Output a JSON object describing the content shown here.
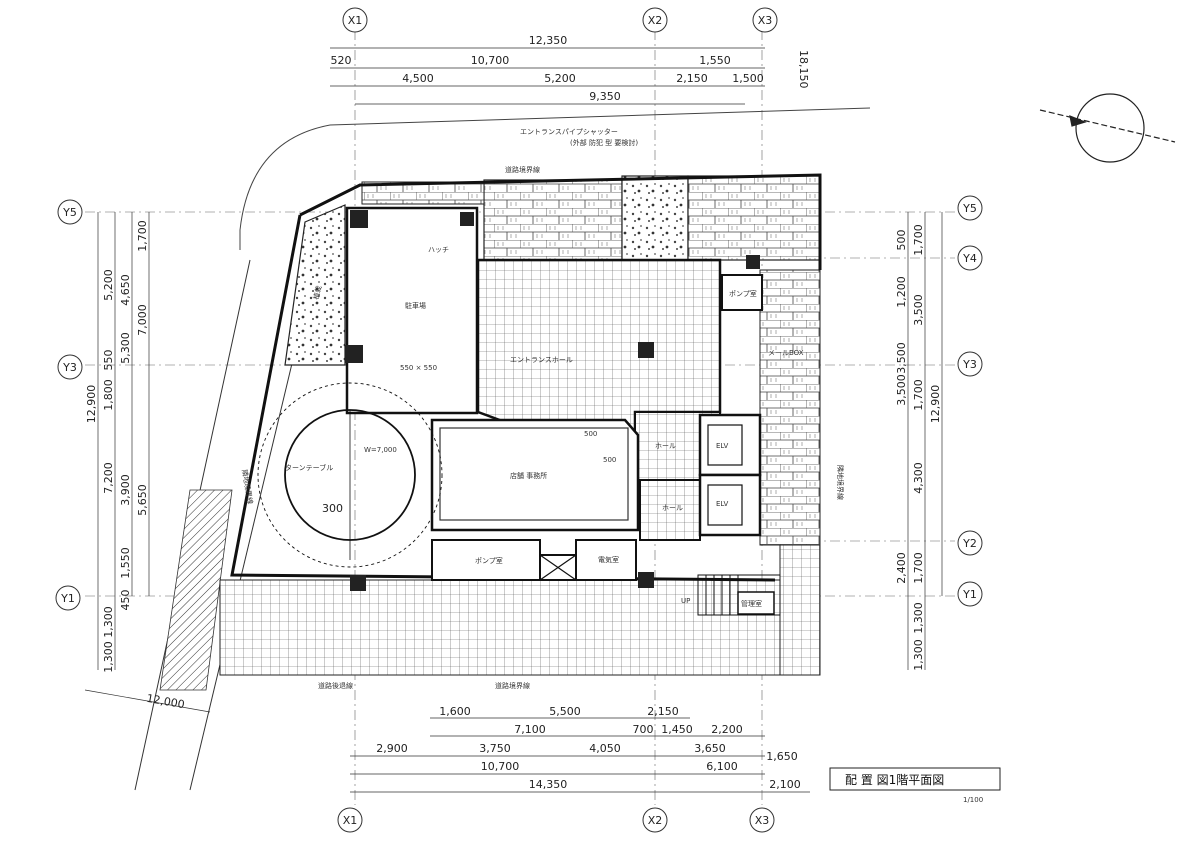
{
  "drawing": {
    "title": "配 置 図1階平面図",
    "scale": "1/100"
  },
  "grid_labels": {
    "x1_top": "X1",
    "x2_top": "X2",
    "x3_top": "X3",
    "x1_bot": "X1",
    "x2_bot": "X2",
    "x3_bot": "X3",
    "y5_left": "Y5",
    "y3_left": "Y3",
    "y1_left": "Y1",
    "y5_right": "Y5",
    "y4_right": "Y4",
    "y3_right": "Y3",
    "y2_right": "Y2",
    "y1_right": "Y1"
  },
  "top_dims": {
    "overall": "12,350",
    "side_right": "18,150",
    "d520": "520",
    "d10700": "10,700",
    "d1550": "1,550",
    "d4500": "4,500",
    "d5200": "5,200",
    "d2150": "2,150",
    "d1500": "1,500",
    "d9350": "9,350"
  },
  "left_dims": {
    "d12900": "12,900",
    "d5200": "5,200",
    "d4650": "4,650",
    "d1700": "1,700",
    "d7000": "7,000",
    "d5300": "5,300",
    "d550": "550",
    "d1800": "1,800",
    "d7200": "7,200",
    "d3900": "3,900",
    "d5650": "5,650",
    "d1550": "1,550",
    "d450": "450",
    "d1300a": "1,300",
    "d1300b": "1,300"
  },
  "right_dims": {
    "d500": "500",
    "d1700a": "1,700",
    "d1200": "1,200",
    "d3500a": "3,500",
    "d3500b": "3,500",
    "d1700b": "1,700",
    "d3500c": "3,500",
    "d12900": "12,900",
    "d4300": "4,300",
    "d2400": "2,400",
    "d1700c": "1,700",
    "d1300a": "1,300",
    "d1300b": "1,300"
  },
  "bottom_dims": {
    "d1600": "1,600",
    "d5500": "5,500",
    "d2150": "2,150",
    "d7100": "7,100",
    "d700": "700",
    "d1450": "1,450",
    "d2200": "2,200",
    "d2900": "2,900",
    "d3750": "3,750",
    "d4050": "4,050",
    "d3650": "3,650",
    "d1650": "1,650",
    "d10700": "10,700",
    "d6100": "6,100",
    "d14350": "14,350",
    "d2100": "2,100",
    "d12000": "12,000"
  },
  "room_labels": {
    "parking": "駐車場",
    "hall": "エントランスホール",
    "office": "店舗 事務所",
    "pump": "ポンプ室",
    "elec": "電気室",
    "elv1": "ELV",
    "elv2": "ELV",
    "pump2": "ポンプ室",
    "hatch": "ハッチ",
    "turntable": "ターンテーブル",
    "w_label": "W=7,000",
    "shutter": "エントランスパイプシャッター",
    "shutter_sub": "(外部 防犯 型 要検討)",
    "r300": "300",
    "d550x550": "550 × 550",
    "d500a": "500",
    "d500b": "500",
    "up": "UP",
    "mgmt": "管理室",
    "mail": "メールBOX",
    "planting": "植栽",
    "road_top": "道路境界線",
    "road_bottom": "道路境界線",
    "road_right": "隣地境界線",
    "road_left": "隣地境界線",
    "setback": "道路後退線",
    "hall2": "ホール",
    "hall3": "ホール"
  }
}
